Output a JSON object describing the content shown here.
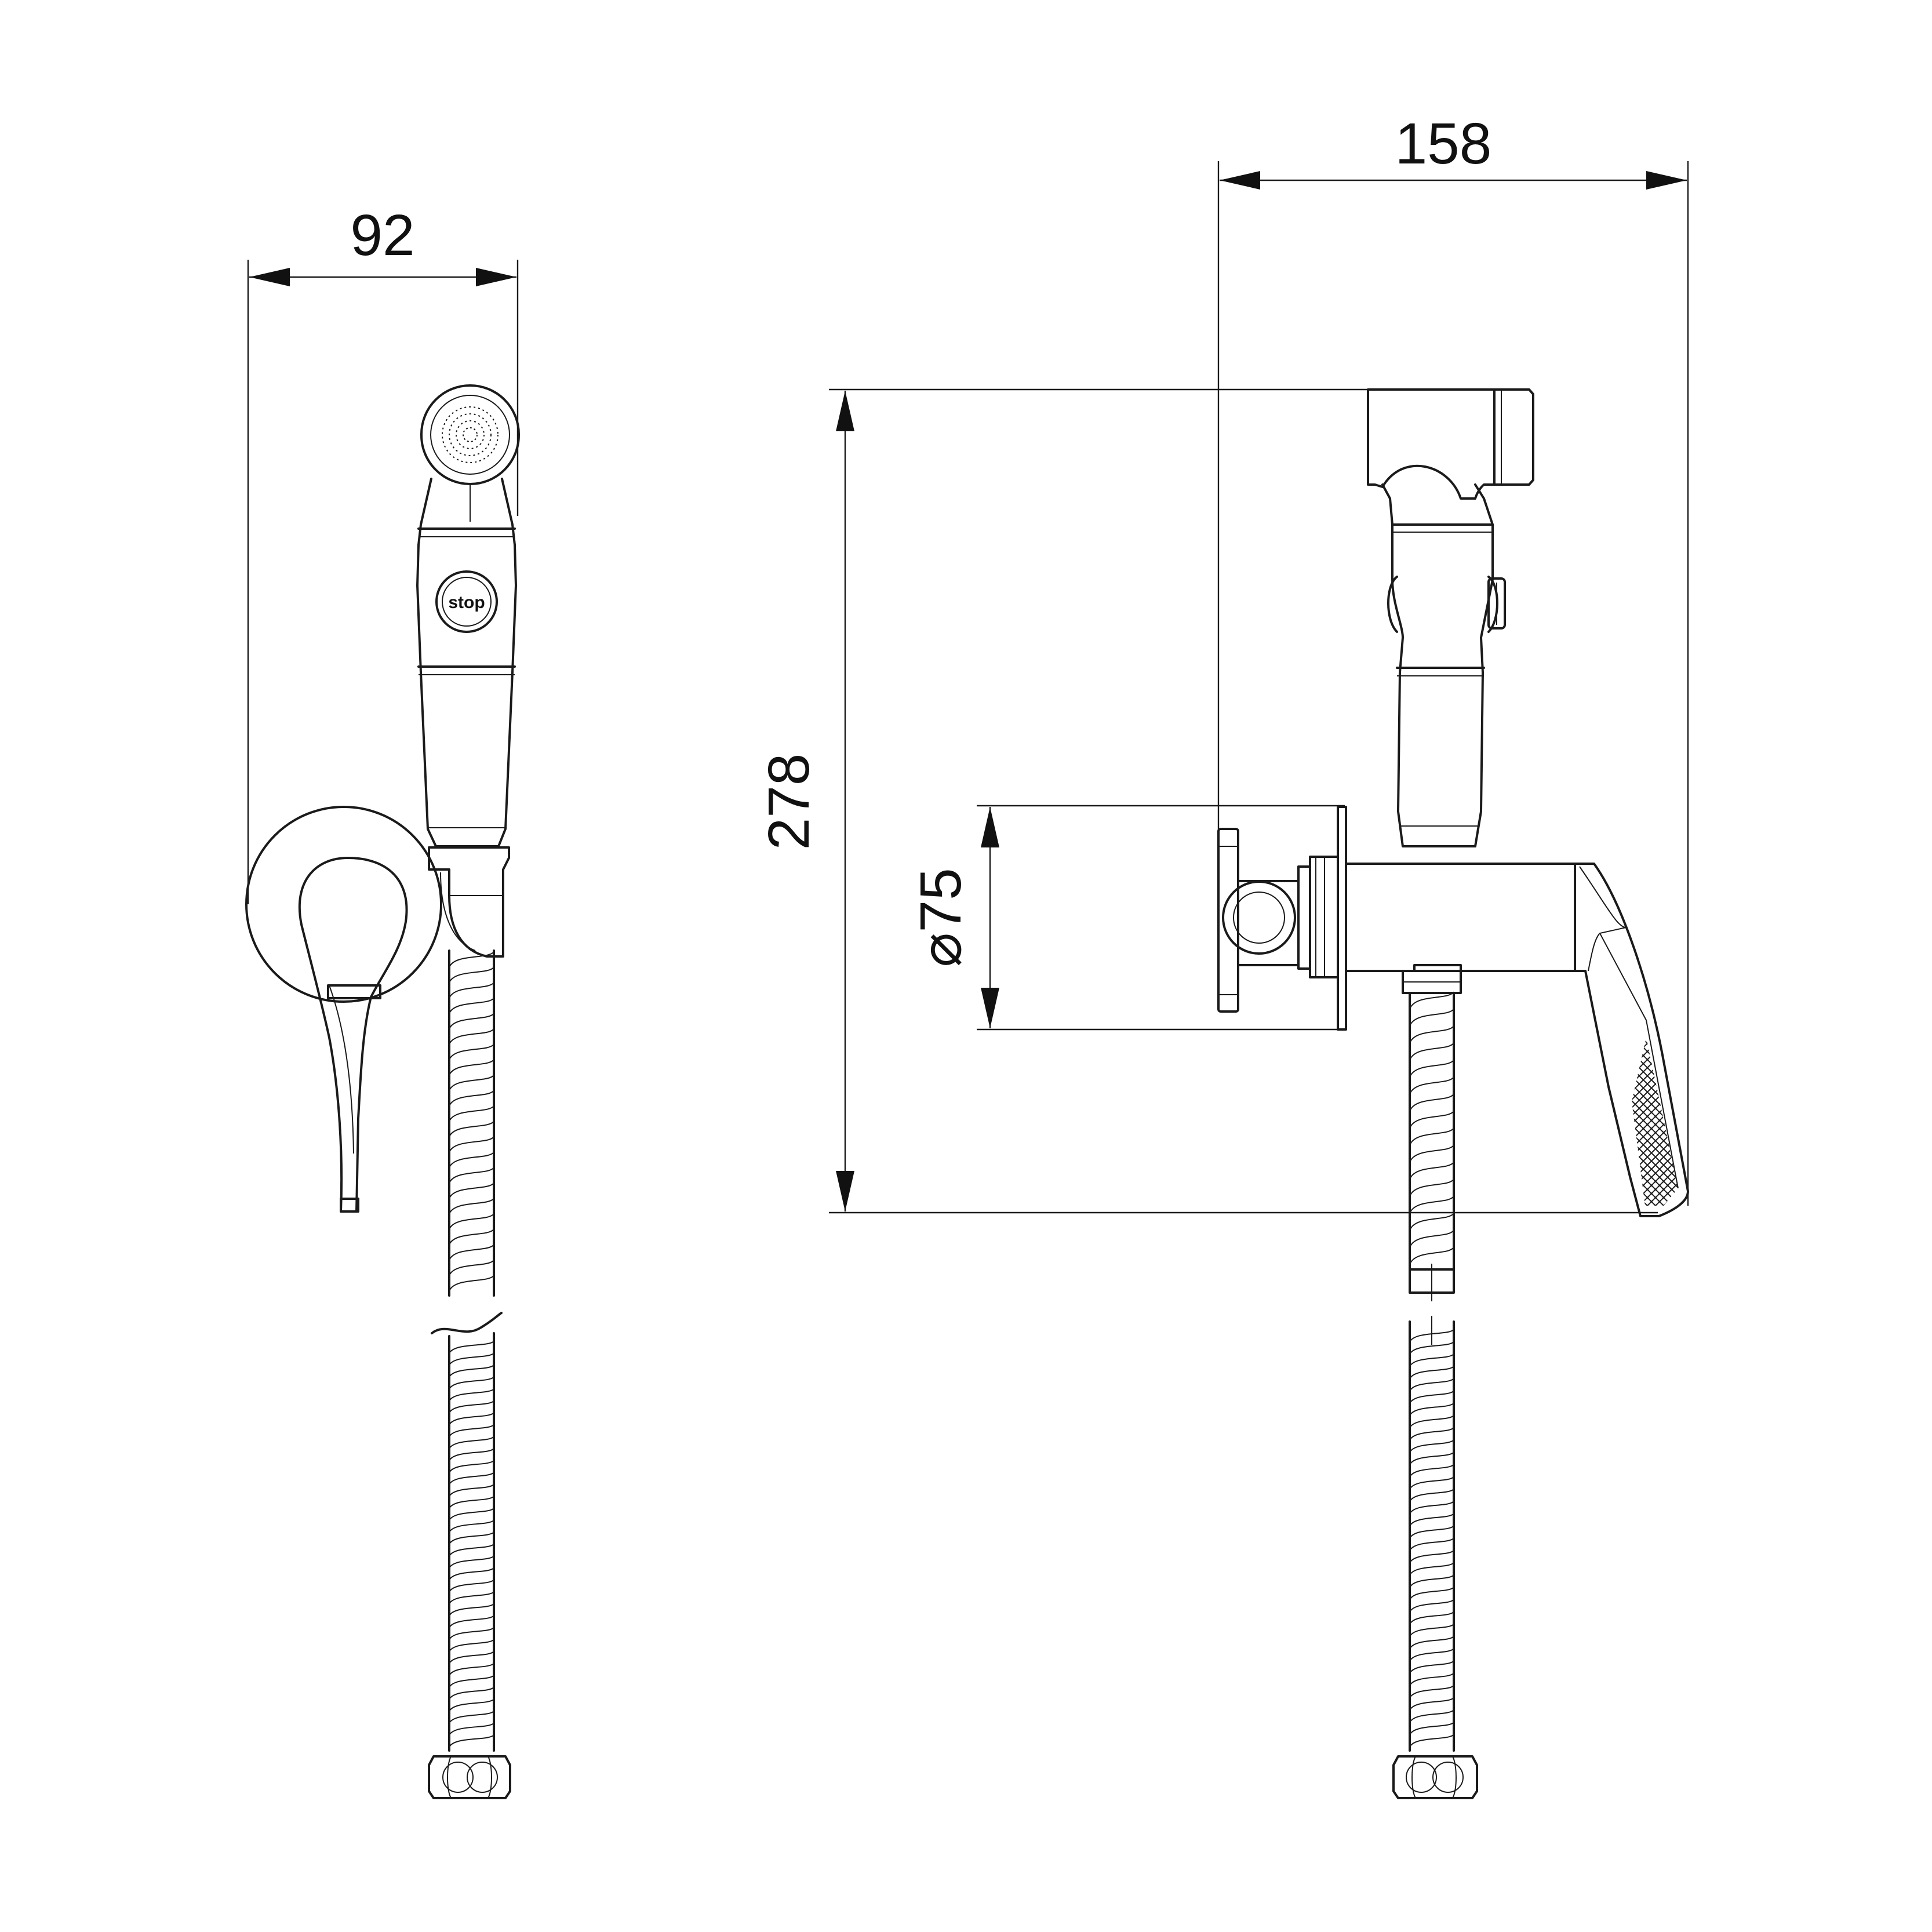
{
  "dimensions": {
    "width_front": "92",
    "width_side": "158",
    "height": "278",
    "diameter": "⌀75"
  },
  "labels": {
    "stop_button": "stop"
  },
  "colors": {
    "line": "#1a1a1a",
    "background": "#ffffff"
  },
  "hose": {
    "front_upper_coils": 22,
    "front_lower_coils": 34,
    "side_upper_coils": 16,
    "side_lower_coils": 34
  }
}
